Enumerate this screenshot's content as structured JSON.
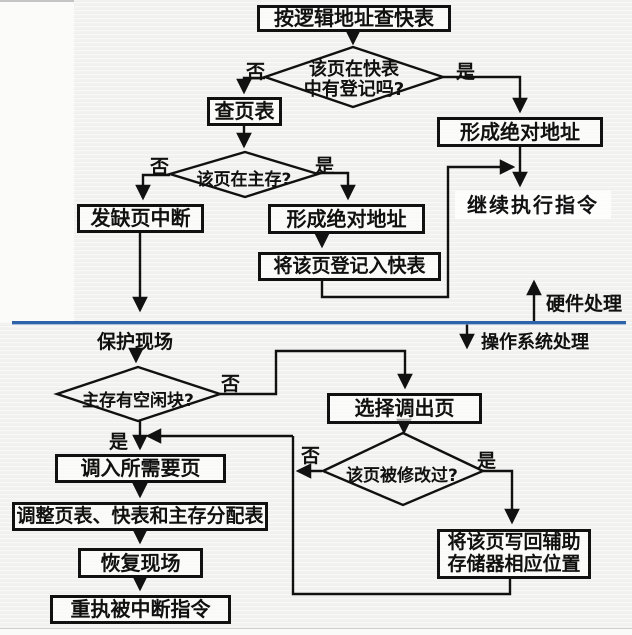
{
  "flowchart": {
    "title_box": "按逻辑地址查快表",
    "boxes": {
      "check_page_table": "查页表",
      "page_fault": "发缺页中断",
      "form_abs_addr_mid": "形成绝对地址",
      "register_tlb": "将该页登记入快表",
      "form_abs_addr_right": "形成绝对地址",
      "select_page_out": "选择调出页",
      "load_page": "调入所需要页",
      "adjust_tables": "调整页表、快表和主存分配表",
      "restore_scene": "恢复现场",
      "re_execute": "重执被中断指令",
      "write_back_line1": "将该页写回辅助",
      "write_back_line2": "存储器相应位置"
    },
    "texts": {
      "continue_exec": "继续执行指令",
      "protect_scene": "保护现场"
    },
    "decisions": {
      "in_tlb_line1": "该页在快表",
      "in_tlb_line2": "中有登记吗?",
      "in_memory": "该页在主存?",
      "free_block": "主存有空闲块?",
      "modified": "该页被修改过?"
    },
    "branch_labels": {
      "yes": "是",
      "no": "否"
    },
    "zone_labels": {
      "hardware": "硬件处理",
      "os": "操作系统处理"
    },
    "colors": {
      "divider": "#2f63a8",
      "line": "#111111",
      "background": "#f2f2f0"
    }
  }
}
